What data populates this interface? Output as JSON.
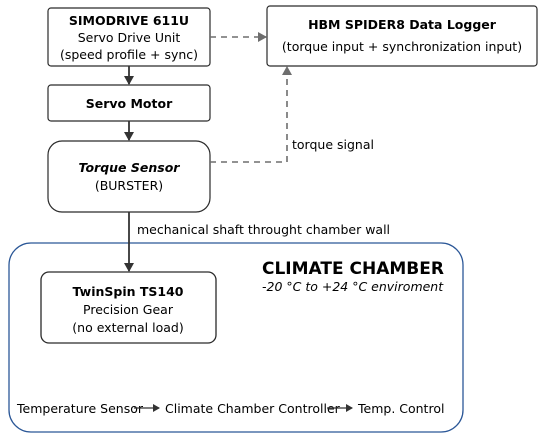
{
  "nodes": {
    "drive": {
      "title": "SIMODRIVE 611U",
      "line1": "Servo Drive Unit",
      "line2": "(speed profile + sync)"
    },
    "logger": {
      "title": "HBM SPIDER8 Data Logger",
      "line1": "(torque input + synchronization input)"
    },
    "motor": {
      "title": "Servo Motor"
    },
    "sensor": {
      "title": "Torque Sensor",
      "line1": "(BURSTER)"
    },
    "gear": {
      "title": "TwinSpin TS140",
      "line1": "Precision Gear",
      "line2": "(no external load)"
    }
  },
  "labels": {
    "torque_signal": "torque signal",
    "shaft": "mechanical shaft  throught chamber wall"
  },
  "chamber": {
    "title": "CLIMATE CHAMBER",
    "subtitle": "-20 °C to +24 °C enviroment",
    "flow": [
      "Temperature Sensor",
      "Climate Chamber Controller",
      "Temp. Control"
    ]
  },
  "colors": {
    "chamber_border": "#2b5797",
    "box_border": "#2a2a2a",
    "dashed_line": "#6e6e6e",
    "arrow": "#333333"
  }
}
